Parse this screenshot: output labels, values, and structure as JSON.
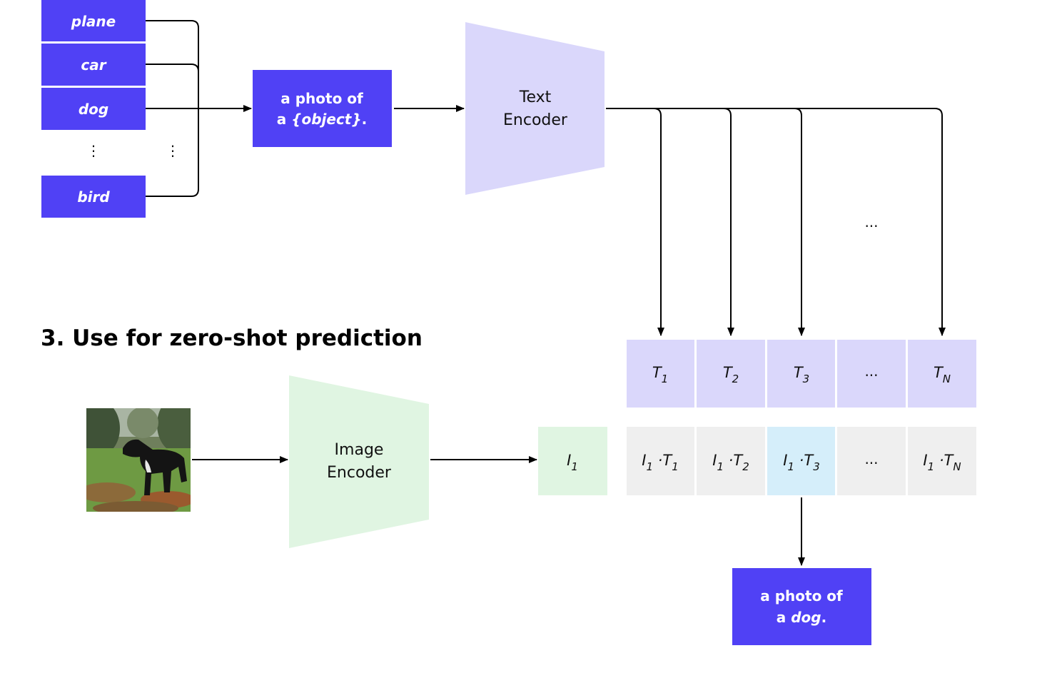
{
  "heading": "3. Use for zero-shot prediction",
  "class_words": [
    "plane",
    "car",
    "dog",
    "bird"
  ],
  "vertical_ellipsis": "⋮",
  "prompt_template": {
    "line1": "a photo of",
    "line2_prefix": "a ",
    "line2_object": "{object}",
    "line2_suffix": "."
  },
  "text_encoder": {
    "line1": "Text",
    "line2": "Encoder"
  },
  "image_encoder": {
    "line1": "Image",
    "line2": "Encoder"
  },
  "ellipsis": "...",
  "text_embeddings": [
    {
      "base": "T",
      "sub": "1"
    },
    {
      "base": "T",
      "sub": "2"
    },
    {
      "base": "T",
      "sub": "3"
    },
    {
      "base": "...",
      "sub": ""
    },
    {
      "base": "T",
      "sub": "N"
    }
  ],
  "image_embedding": {
    "base": "I",
    "sub": "1"
  },
  "similarity_cells": [
    {
      "a": "I",
      "a_sub": "1",
      "b": "T",
      "b_sub": "1",
      "highlight": false
    },
    {
      "a": "I",
      "a_sub": "1",
      "b": "T",
      "b_sub": "2",
      "highlight": false
    },
    {
      "a": "I",
      "a_sub": "1",
      "b": "T",
      "b_sub": "3",
      "highlight": true
    },
    {
      "a": "...",
      "a_sub": "",
      "b": "",
      "b_sub": "",
      "highlight": false
    },
    {
      "a": "I",
      "a_sub": "1",
      "b": "T",
      "b_sub": "N",
      "highlight": false
    }
  ],
  "prediction": {
    "line1": "a photo of",
    "line2_prefix": "a ",
    "line2_object": "dog",
    "line2_suffix": "."
  },
  "input_image": {
    "subject": "black dog standing in grass with autumn leaves"
  },
  "colors": {
    "primary_box": "#5041f5",
    "text_encoder": "#dad7fb",
    "image_encoder": "#e0f5e2",
    "image_embedding": "#e0f5e2",
    "text_embedding_cell": "#dad7fb",
    "similarity_cell": "#efefef",
    "highlight_cell": "#d5eefa"
  }
}
